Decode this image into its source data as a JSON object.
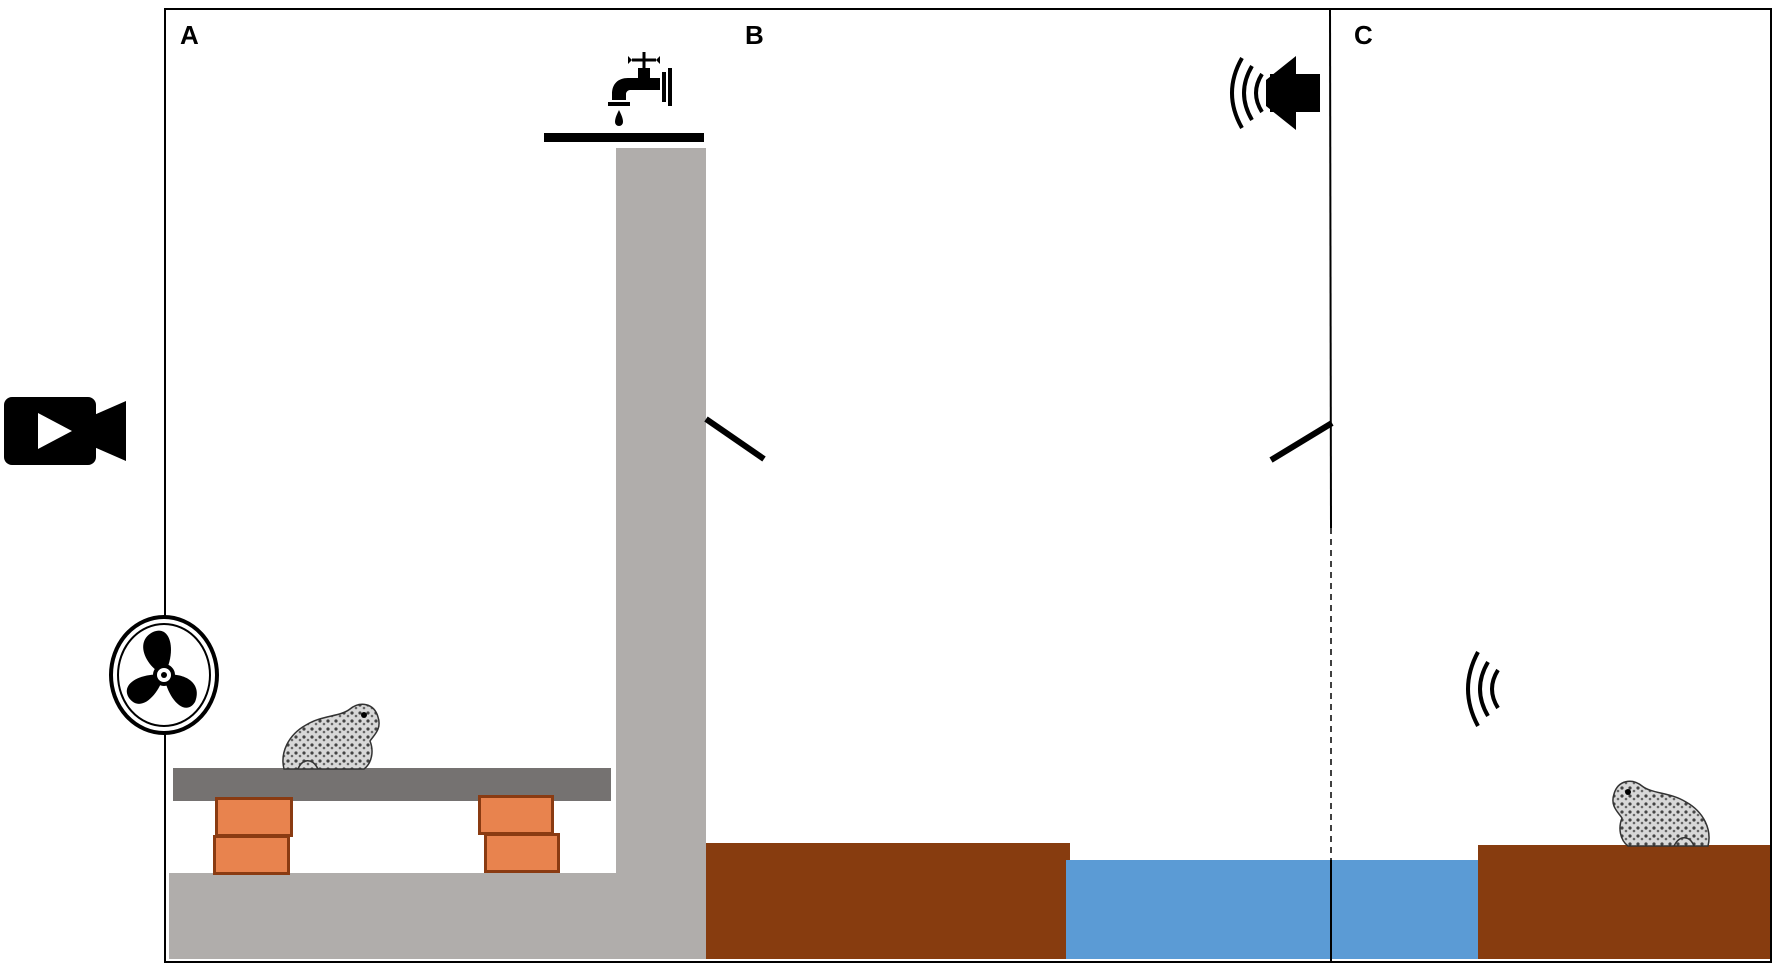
{
  "panels": {
    "a_label": "A",
    "b_label": "B",
    "c_label": "C"
  },
  "icons": {
    "camera": "video-camera-icon",
    "fan": "fan-icon",
    "faucet": "faucet-icon",
    "speaker": "speaker-icon",
    "sound_waves": "sound-waves-icon",
    "toad": "toad-illustration"
  },
  "colors": {
    "concrete": "#b0adab",
    "platform": "#757271",
    "brick_fill": "#e8834e",
    "brick_border": "#8a3b12",
    "soil": "#873c0f",
    "water": "#5b9bd5"
  }
}
